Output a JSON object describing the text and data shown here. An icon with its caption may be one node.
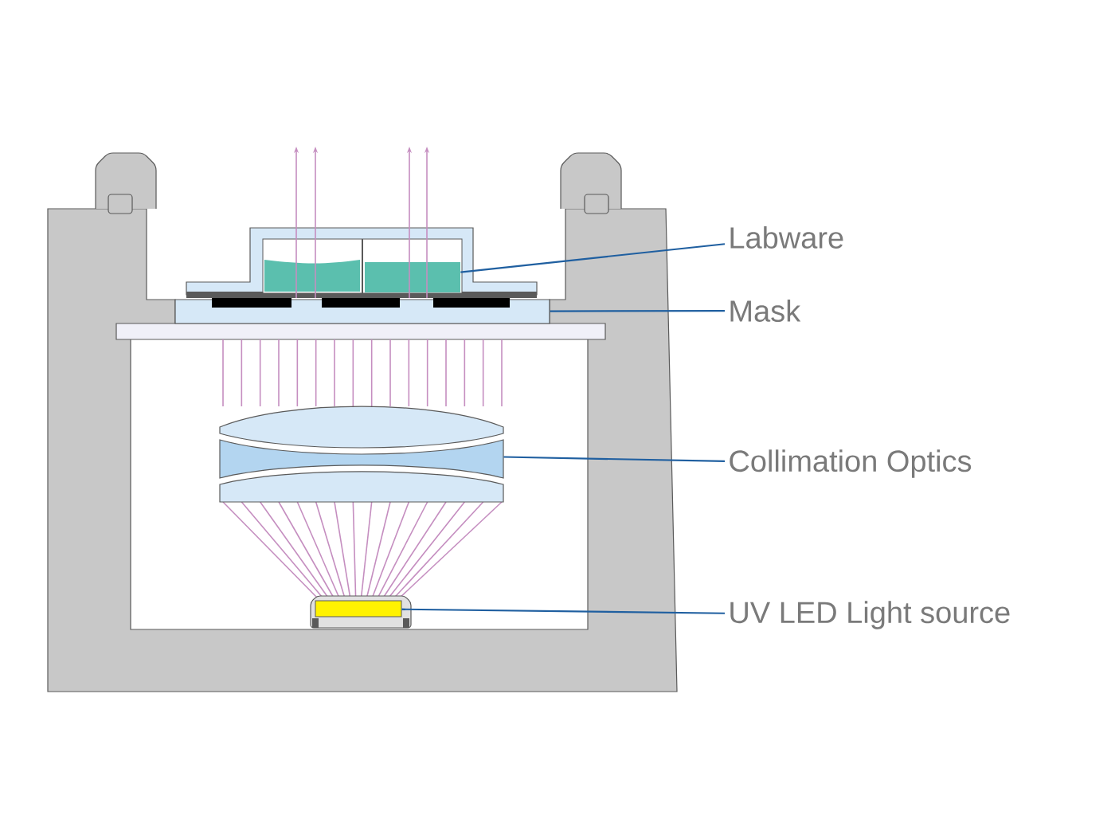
{
  "diagram": {
    "nodes": [
      {
        "text": [
          "Labware"
        ]
      },
      {
        "text": [],
        "shape": "box"
      },
      {
        "text": [
          "Mask"
        ]
      },
      {
        "text": [],
        "shape": "box"
      },
      {
        "text": [
          "Collimation Optics"
        ]
      },
      {
        "text": [],
        "shape": "box"
      },
      {
        "text": [
          "UV LED Light source"
        ]
      },
      {
        "text": [],
        "shape": "box"
      }
    ],
    "edges": [
      {
        "from": 0,
        "to": 1,
        "arrow": "none"
      },
      {
        "from": 2,
        "to": 3,
        "arrow": "none"
      },
      {
        "from": 4,
        "to": 5,
        "arrow": "none"
      },
      {
        "from": 6,
        "to": 7,
        "arrow": "none"
      }
    ]
  }
}
